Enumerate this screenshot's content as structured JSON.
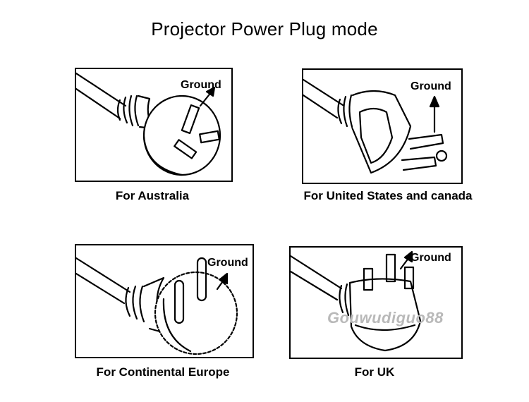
{
  "title": "Projector Power Plug mode",
  "ground_label": "Ground",
  "watermark": "Gouwudiguo88",
  "plugs": [
    {
      "id": "australia",
      "caption": "For Australia"
    },
    {
      "id": "us",
      "caption": "For United States  and canada"
    },
    {
      "id": "europe",
      "caption": "For Continental Europe"
    },
    {
      "id": "uk",
      "caption": "For UK"
    }
  ]
}
